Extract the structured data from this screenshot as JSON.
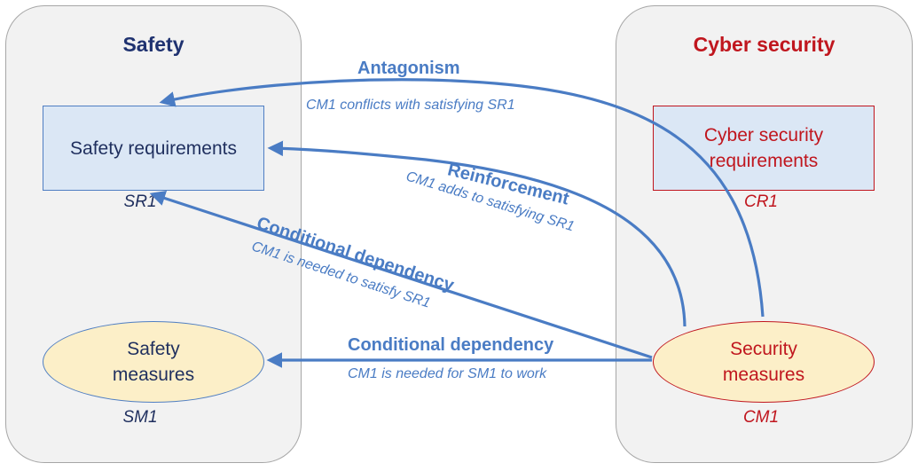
{
  "safety": {
    "title": "Safety",
    "requirements_line1": "Safety requirements",
    "requirements_id": "SR1",
    "measures_line1": "Safety",
    "measures_line2": "measures",
    "measures_id": "SM1"
  },
  "cyber": {
    "title": "Cyber security",
    "requirements_line1": "Cyber security",
    "requirements_line2": "requirements",
    "requirements_id": "CR1",
    "measures_line1": "Security",
    "measures_line2": "measures",
    "measures_id": "CM1"
  },
  "relations": {
    "antagonism": {
      "name": "Antagonism",
      "desc": "CM1 conflicts with satisfying SR1"
    },
    "reinforcement": {
      "name": "Reinforcement",
      "desc": "CM1 adds to satisfying SR1"
    },
    "conditional_sr": {
      "name": "Conditional dependency",
      "desc": "CM1 is needed to satisfy SR1"
    },
    "conditional_sm": {
      "name": "Conditional dependency",
      "desc": "CM1 is needed for SM1 to work"
    }
  },
  "colors": {
    "arrow": "#4a7cc4",
    "safety_text": "#1f3270",
    "cyber_text": "#c0161e",
    "box_fill": "#dbe7f5",
    "ellipse_fill": "#fcefc8"
  }
}
